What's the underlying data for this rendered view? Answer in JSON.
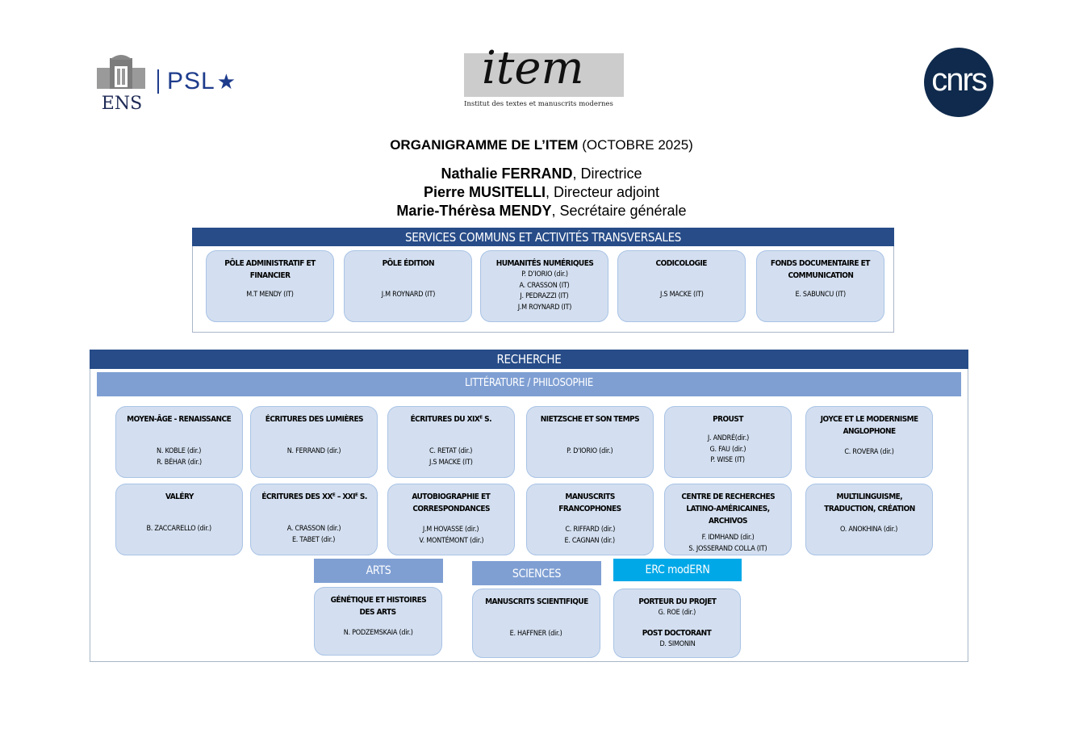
{
  "logos": {
    "ens": "ENS",
    "psl": "PSL",
    "item": "item",
    "item_sub": "Institut des textes et manuscrits modernes",
    "cnrs": "cnrs"
  },
  "header": {
    "title_bold": "ORGANIGRAMME DE L’ITEM",
    "title_rest": " (OCTOBRE 2025)",
    "people": [
      {
        "name": "Nathalie FERRAND",
        "role": ", Directrice"
      },
      {
        "name": "Pierre MUSITELLI",
        "role": ", Directeur adjoint"
      },
      {
        "name": "Marie-Thérèsa MENDY",
        "role": ", Secrétaire générale"
      }
    ]
  },
  "services": {
    "title": "SERVICES COMMUNS ET ACTIVITÉS TRANSVERSALES",
    "boxes": [
      {
        "title": [
          "PÔLE ADMINISTRATIF ET",
          "FINANCIER"
        ],
        "people": [
          "M.T MENDY (IT)"
        ]
      },
      {
        "title": [
          "PÔLE ÉDITION"
        ],
        "people": [
          "J.M ROYNARD (IT)"
        ]
      },
      {
        "title": [
          "HUMANITÉS NUMÉRIQUES"
        ],
        "people": [
          "P. D’IORIO (dir.)",
          "A. CRASSON (IT)",
          "J. PEDRAZZI (IT)",
          "J.M ROYNARD (IT)"
        ]
      },
      {
        "title": [
          "CODICOLOGIE"
        ],
        "people": [
          "J.S MACKE (IT)"
        ]
      },
      {
        "title": [
          "FONDS DOCUMENTAIRE ET",
          "COMMUNICATION"
        ],
        "people": [
          "E. SABUNCU (IT)"
        ]
      }
    ]
  },
  "research": {
    "title": "RECHERCHE",
    "literature": {
      "title": "LITTÉRATURE / PHILOSOPHIE",
      "boxes": [
        {
          "title": [
            "MOYEN-ÂGE - RENAISSANCE"
          ],
          "people": [
            "N. KOBLE (dir.)",
            "R. BÉHAR (dir.)"
          ]
        },
        {
          "title": [
            "ÉCRITURES DES LUMIÈRES"
          ],
          "people": [
            "N. FERRAND (dir.)"
          ]
        },
        {
          "title": [
            "ÉCRITURES DU XIXᴱ S."
          ],
          "people": [
            "C. RETAT (dir.)",
            "J.S MACKE (IT)"
          ]
        },
        {
          "title": [
            "NIETZSCHE ET SON TEMPS"
          ],
          "people": [
            "P. D'IORIO (dir.)"
          ]
        },
        {
          "title": [
            "PROUST"
          ],
          "people": [
            "J. ANDRÉ(dir.)",
            "G. FAU (dir.)",
            "P. WISE (IT)"
          ]
        },
        {
          "title": [
            "JOYCE ET LE MODERNISME",
            "ANGLOPHONE"
          ],
          "people": [
            "C. ROVERA (dir.)"
          ]
        },
        {
          "title": [
            "VALÉRY"
          ],
          "people": [
            "B. ZACCARELLO (dir.)"
          ]
        },
        {
          "title": [
            "ÉCRITURES DES XXᴱ – XXIᴱ S."
          ],
          "people": [
            "A. CRASSON (dir.)",
            "E. TABET (dir.)"
          ]
        },
        {
          "title": [
            "AUTOBIOGRAPHIE ET",
            "CORRESPONDANCES"
          ],
          "people": [
            "J.M HOVASSE (dir.)",
            "V. MONTÉMONT (dir.)"
          ]
        },
        {
          "title": [
            "MANUSCRITS",
            "FRANCOPHONES"
          ],
          "people": [
            "C. RIFFARD (dir.)",
            "E. CAGNAN (dir.)"
          ]
        },
        {
          "title": [
            "CENTRE DE RECHERCHES",
            "LATINO-AMÉRICAINES, ARCHIVOS"
          ],
          "people": [
            "F. IDMHAND (dir.)",
            "S. JOSSERAND COLLA (IT)"
          ]
        },
        {
          "title": [
            "MULTILINGUISME,",
            "TRADUCTION, CRÉATION"
          ],
          "people": [
            "O. ANOKHINA (dir.)"
          ]
        }
      ]
    },
    "arts": {
      "title": "ARTS",
      "box": {
        "title": [
          "GÉNÉTIQUE ET HISTOIRES",
          "DES ARTS"
        ],
        "people": [
          "N. PODZEMSKAIA (dir.)"
        ]
      }
    },
    "sciences": {
      "title": "SCIENCES",
      "box": {
        "title": [
          "MANUSCRITS SCIENTIFIQUE"
        ],
        "people": [
          "E. HAFFNER (dir.)"
        ]
      }
    },
    "erc": {
      "title": "ERC modERN",
      "color": "#00a8e8",
      "box": {
        "sections": [
          {
            "title": "PORTEUR DU PROJET",
            "people": [
              "G. ROE (dir.)"
            ]
          },
          {
            "title": "POST DOCTORANT",
            "people": [
              "D. SIMONIN"
            ]
          }
        ]
      }
    }
  }
}
